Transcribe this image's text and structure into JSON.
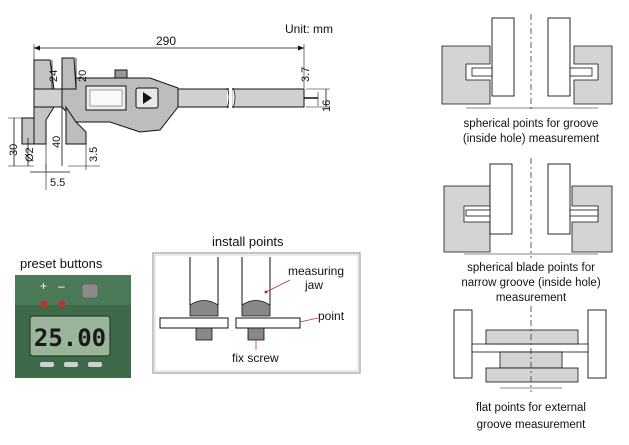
{
  "top_drawing": {
    "unit": "Unit: mm",
    "dim_290": "290",
    "dim_24": "24",
    "dim_20": "20",
    "dim_3_7": "3.7",
    "dim_16": "16",
    "dim_30": "30",
    "dim_2": "Ø2",
    "dim_40": "40",
    "dim_3_5": "3.5",
    "dim_5_5": "5.5"
  },
  "preset": {
    "title": "preset buttons",
    "plus": "+",
    "minus": "–",
    "display": "25.00"
  },
  "install": {
    "title": "install points",
    "measuring_jaw": "measuring\njaw",
    "point": "point",
    "fix_screw": "fix screw"
  },
  "right": {
    "cap1_line1": "spherical points for groove",
    "cap1_line2": "(inside hole) measurement",
    "cap2_line1": "spherical blade points for",
    "cap2_line2": "narrow groove (inside hole)",
    "cap2_line3": "measurement",
    "cap3_line1": "flat points for external",
    "cap3_line2": "groove measurement"
  },
  "colors": {
    "body_gray": "#c9c9c9",
    "display_green": "#2f5b3c",
    "lcd_green": "#9bb59b",
    "red_dot": "#c03030"
  }
}
